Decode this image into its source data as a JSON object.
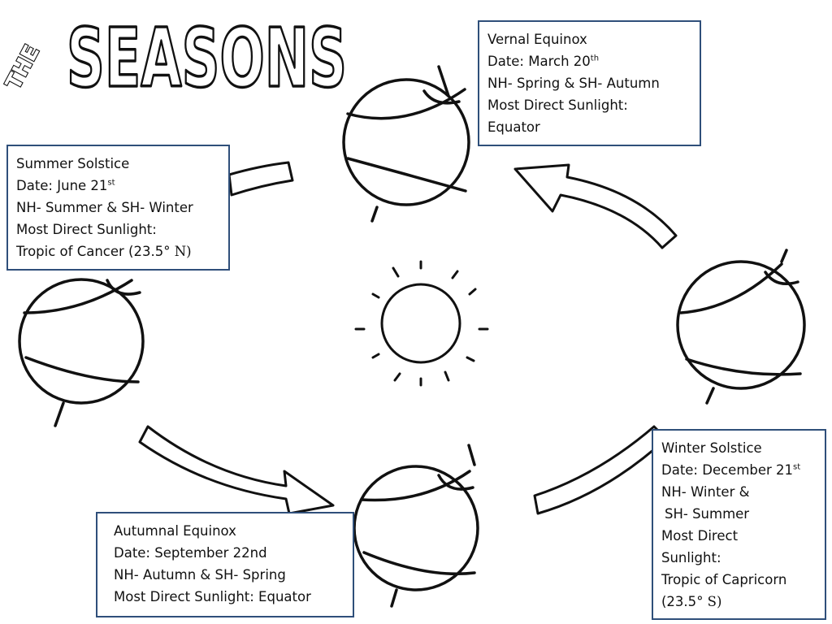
{
  "title": {
    "prefix": "THE",
    "main": "SEASONS"
  },
  "vernal": {
    "heading": "Vernal Equinox",
    "date_label": "Date: March 20",
    "date_sup": "th",
    "hemispheres": "NH- Spring & SH- Autumn",
    "sunlight_label": "Most Direct Sunlight:",
    "sunlight_value": "Equator"
  },
  "summer": {
    "heading": "Summer Solstice",
    "date_label": "Date: June 21",
    "date_sup": "st",
    "hemispheres": "NH- Summer & SH- Winter",
    "sunlight_label": "Most Direct Sunlight:",
    "sunlight_value": "Tropic of Cancer (23.5",
    "degree": "°",
    "direction": " N)"
  },
  "autumn": {
    "heading": "Autumnal Equinox",
    "date_label": "Date: September 22nd",
    "hemispheres": "NH- Autumn & SH- Spring",
    "sunlight": "Most Direct Sunlight: Equator"
  },
  "winter": {
    "heading": "Winter Solstice",
    "date_label": "Date: December 21",
    "date_sup": "st",
    "hemi_1": "NH- Winter &",
    "hemi_2": "SH- Summer",
    "sunlight_1": "Most Direct",
    "sunlight_2": "Sunlight:",
    "sunlight_3": "Tropic of Capricorn",
    "value_open": "(23.5",
    "degree": "°",
    "direction": " S)"
  },
  "colors": {
    "ink": "#111111",
    "box_border": "#2f4f7a",
    "background": "#ffffff"
  },
  "icons": [
    "sun-icon",
    "earth-icon",
    "orbit-arrow-icon"
  ]
}
